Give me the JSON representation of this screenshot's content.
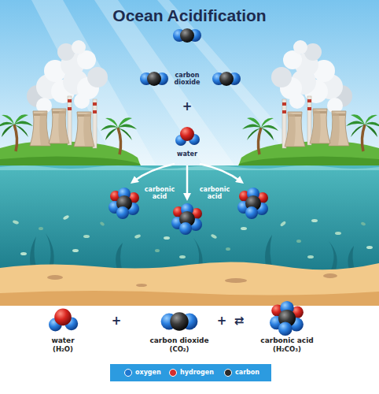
{
  "diagram": {
    "title": "Ocean Acidification",
    "labels": [
      "carbon dioxide",
      "+",
      "water",
      "carbonic acid",
      "carbonic acid",
      "water",
      "(H₂O)",
      "+",
      "carbon dioxide",
      "(CO₂)",
      "+",
      "⇄",
      "carbonic acid",
      "(H₂CO₃)"
    ],
    "legend": [
      {
        "text": "oxygen",
        "color": "#1f78d1"
      },
      {
        "text": "hydrogen",
        "color": "#d32f2f"
      },
      {
        "text": "carbon",
        "color": "#2b2b2b"
      }
    ]
  }
}
